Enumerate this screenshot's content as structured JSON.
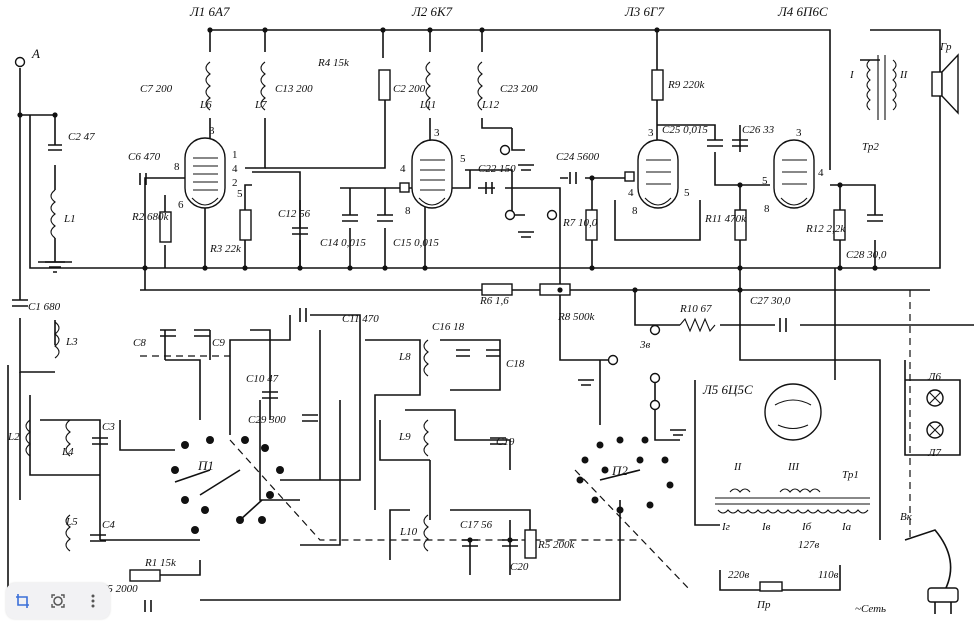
{
  "tubes": [
    {
      "label": "Л1 6А7"
    },
    {
      "label": "Л2 6К7"
    },
    {
      "label": "Л3 6Г7"
    },
    {
      "label": "Л4 6П6С"
    },
    {
      "label": "Л5 6Ц5С"
    }
  ],
  "pins": {
    "l1": [
      "3",
      "8",
      "1",
      "4",
      "2",
      "5",
      "6"
    ],
    "l2": [
      "3",
      "4",
      "5",
      "8"
    ],
    "l3": [
      "3",
      "4",
      "5",
      "8"
    ],
    "l4": [
      "3",
      "5",
      "4",
      "8"
    ]
  },
  "capacitors": [
    "C7 200",
    "C13 200",
    "C2 200",
    "C23 200",
    "C2 47",
    "C6 470",
    "C12 56",
    "C14 0,015",
    "C15 0,015",
    "C22 150",
    "C24 5600",
    "C25 0,015",
    "C26 33",
    "C28 30,0",
    "C1 680",
    "C8",
    "C9",
    "C11 470",
    "C16 18",
    "C18",
    "C10 47",
    "C29 300",
    "C3",
    "C4",
    "C19",
    "C17 56",
    "C20",
    "C5 2000",
    "C27 30,0"
  ],
  "resistors": [
    "R4 15k",
    "R9 220k",
    "R2 680k",
    "R3 22k",
    "R7 10,0",
    "R11 470k",
    "R12 2,2k",
    "R6 1,6",
    "R8 500k",
    "R10 67",
    "R5 200k",
    "R1 15k"
  ],
  "inductors": [
    "L1",
    "L6",
    "L7",
    "L11",
    "L12",
    "L3",
    "L8",
    "L2",
    "L4",
    "L9",
    "L5",
    "L10"
  ],
  "antenna": "А",
  "transformer_output": {
    "label": "Тр2",
    "primary": "I",
    "secondary": "II"
  },
  "speaker": "Гр",
  "transformer_power": {
    "label": "Тр1",
    "windings": [
      "II",
      "III",
      "Iг",
      "Iв",
      "Iб",
      "Iа"
    ],
    "taps": [
      "127в",
      "220в",
      "110в"
    ]
  },
  "lamps": [
    "Л6",
    "Л7"
  ],
  "switches": [
    "П1",
    "П2",
    "Вк"
  ],
  "fuse": "Пр",
  "mains": "~Сеть",
  "terminal": "3в",
  "toolbar": [
    "crop-icon",
    "lens-icon",
    "more-icon"
  ]
}
